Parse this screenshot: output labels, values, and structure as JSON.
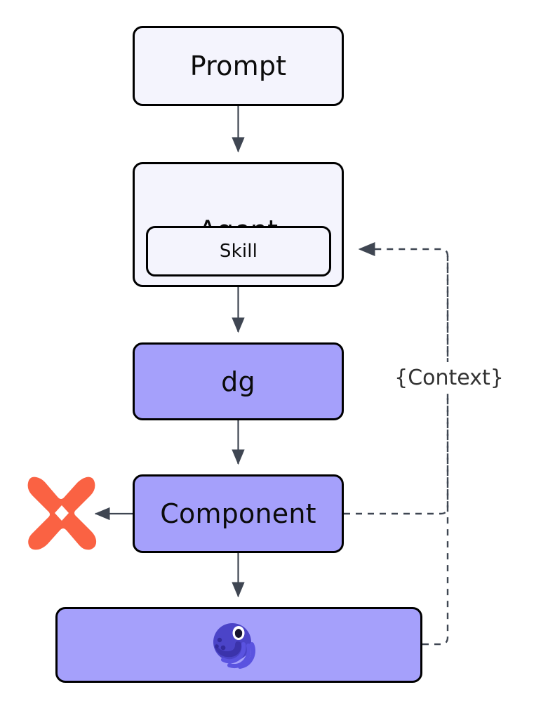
{
  "diagram": {
    "type": "flowchart",
    "direction": "top-down",
    "background": "#ffffff",
    "palette": {
      "node_light_fill": "#f4f4fd",
      "node_purple_fill": "#a5a0fb",
      "node_stroke": "#000000",
      "edge_stroke": "#3f4652",
      "edge_label_color": "#333333",
      "logo_x_color": "#fa6243",
      "logo_octopus_color": "#4b44c8"
    },
    "nodes": [
      {
        "id": "prompt",
        "label": "Prompt",
        "style": "light"
      },
      {
        "id": "agent",
        "label": "Agent",
        "style": "light"
      },
      {
        "id": "skill",
        "label": "Skill",
        "style": "light"
      },
      {
        "id": "dg",
        "label": "dg",
        "style": "purple"
      },
      {
        "id": "component",
        "label": "Component",
        "style": "purple"
      },
      {
        "id": "mascot_bar",
        "label": "",
        "style": "purple"
      }
    ],
    "icons": [
      {
        "id": "x-logo",
        "name": "x-mark-logo-icon",
        "color": "#fa6243"
      },
      {
        "id": "octopus-logo",
        "name": "octopus-logo-icon",
        "color": "#4b44c8"
      }
    ],
    "edges": [
      {
        "from": "prompt",
        "to": "agent",
        "style": "solid",
        "label": ""
      },
      {
        "from": "agent",
        "to": "dg",
        "style": "solid",
        "label": ""
      },
      {
        "from": "dg",
        "to": "component",
        "style": "solid",
        "label": ""
      },
      {
        "from": "component",
        "to": "x-logo",
        "style": "solid",
        "label": ""
      },
      {
        "from": "component",
        "to": "mascot_bar",
        "style": "solid",
        "label": ""
      },
      {
        "from": "component",
        "to": "skill",
        "style": "dashed",
        "label": "{Context}"
      },
      {
        "from": "mascot_bar",
        "to": "skill",
        "style": "dashed",
        "label": "{Context}"
      }
    ],
    "edge_labels": {
      "context": "{Context}"
    }
  }
}
